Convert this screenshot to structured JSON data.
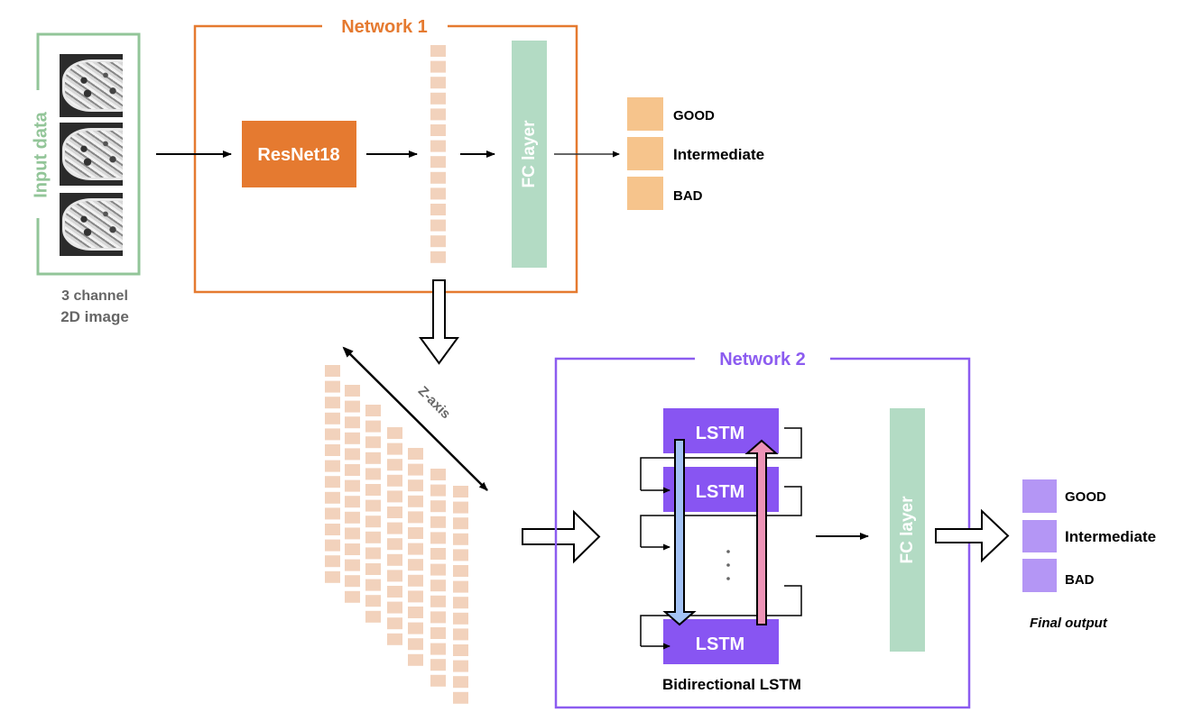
{
  "input": {
    "label": "Input data",
    "caption_line1": "3 channel",
    "caption_line2": "2D image",
    "slice_count": 3
  },
  "network1": {
    "title": "Network 1",
    "backbone_label": "ResNet18",
    "fc_label": "FC layer",
    "feature_cells": 14,
    "outputs": [
      "GOOD",
      "Intermediate",
      "BAD"
    ]
  },
  "feature_stack": {
    "axis_label": "Z-axis",
    "columns": 7
  },
  "network2": {
    "title": "Network 2",
    "lstm_label": "LSTM",
    "ellipsis": "⋮",
    "group_label": "Bidirectional LSTM",
    "fc_label": "FC layer",
    "outputs": [
      "GOOD",
      "Intermediate",
      "BAD"
    ],
    "final_caption": "Final output"
  },
  "colors": {
    "input_green": "#92c598",
    "network1_orange": "#e57a30",
    "feature_peach": "#f2d2bc",
    "fc_green": "#b3dbc4",
    "output1_orange": "#f6c48c",
    "network2_purple": "#8c5cf0",
    "lstm_purple": "#8855f2",
    "output2_purple": "#b496f5",
    "forward_blue": "#a3c2f5",
    "backward_pink": "#ee93b6",
    "text_gray": "#666666"
  }
}
